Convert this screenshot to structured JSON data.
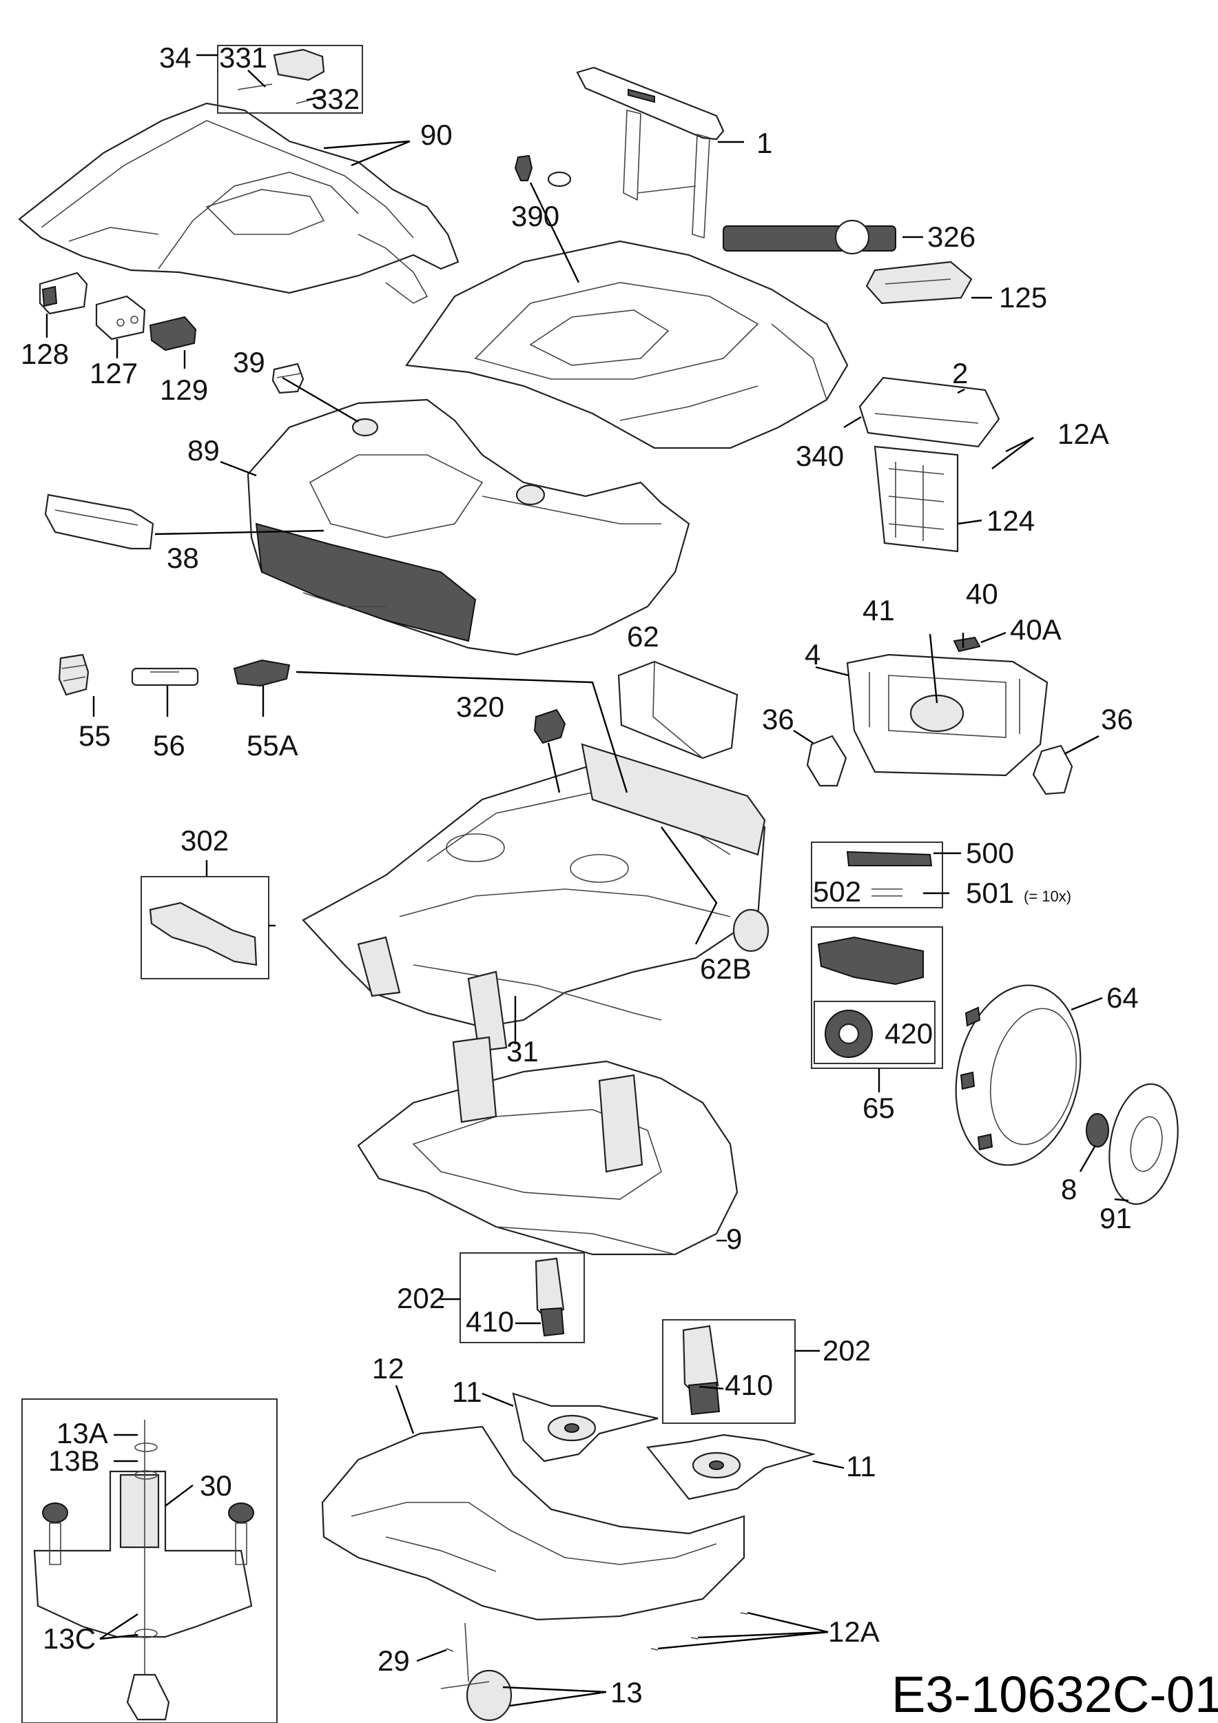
{
  "drawing_code": "E3-10632C-01",
  "labels": {
    "p34": "34",
    "p331": "331",
    "p332": "332",
    "p90": "90",
    "p1": "1",
    "p390": "390",
    "p326": "326",
    "p125": "125",
    "p128": "128",
    "p127": "127",
    "p129": "129",
    "p39": "39",
    "p2": "2",
    "p340": "340",
    "p12A_top": "12A",
    "p89": "89",
    "p124": "124",
    "p38": "38",
    "p40": "40",
    "p41": "41",
    "p40A": "40A",
    "p62": "62",
    "p4": "4",
    "p36_left": "36",
    "p36_right": "36",
    "p55": "55",
    "p56": "56",
    "p55A": "55A",
    "p320": "320",
    "p302": "302",
    "p500": "500",
    "p502": "502",
    "p501": "501",
    "p501_note": "(= 10x)",
    "p62B": "62B",
    "p64": "64",
    "p420": "420",
    "p31": "31",
    "p65": "65",
    "p8": "8",
    "p91": "91",
    "p9": "9",
    "p202_a": "202",
    "p410_a": "410",
    "p202_b": "202",
    "p410_b": "410",
    "p12": "12",
    "p11_left": "11",
    "p11_right": "11",
    "p13A": "13A",
    "p13B": "13B",
    "p30": "30",
    "p13C": "13C",
    "p12A_bottom": "12A",
    "p29": "29",
    "p13": "13"
  }
}
